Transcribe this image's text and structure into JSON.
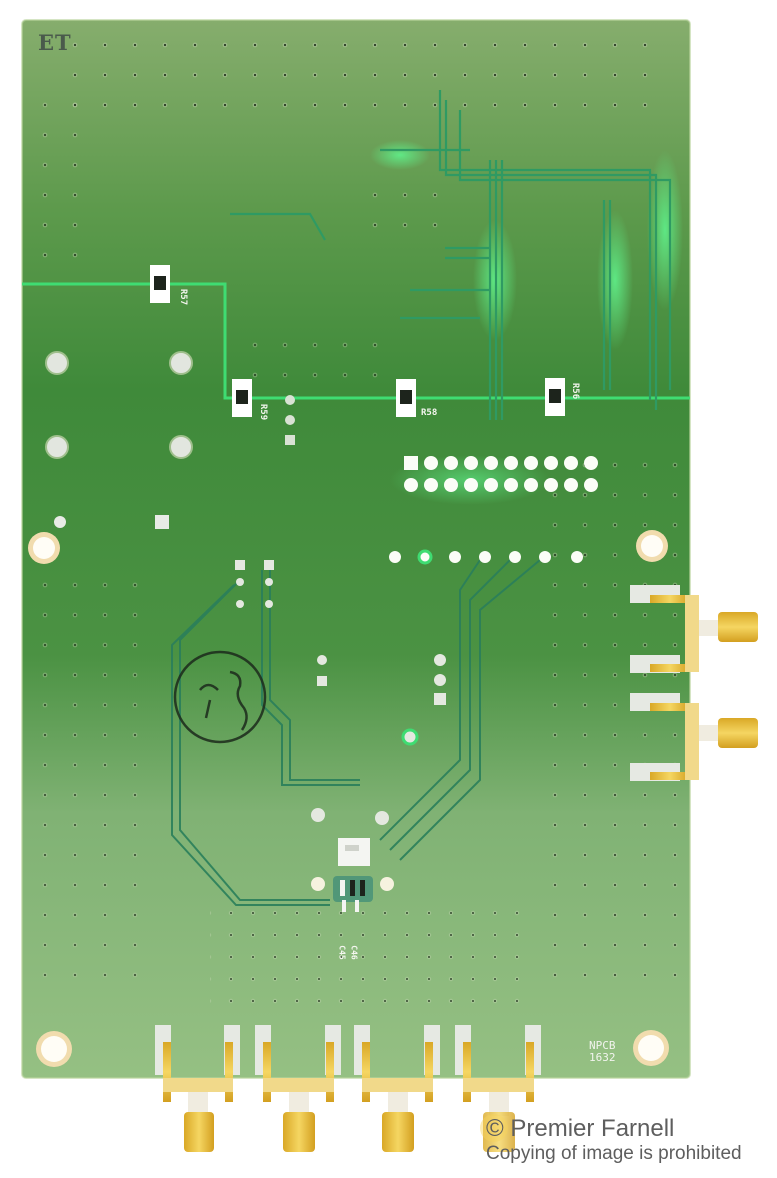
{
  "photo": {
    "subject": "PCB bottom side with SMA connectors",
    "colors": {
      "background": "#ffffff",
      "board_top": "#7fa866",
      "board_mid": "#3f8a3a",
      "board_bottom": "#8dbb7a",
      "trace_bright": "#39d36a",
      "copper_trace": "#2d7a52",
      "gold": "#e5c24a",
      "gold_light": "#f3dc8a",
      "pad_silver": "#e8ebe6",
      "silkscreen": "#f4f6ef"
    }
  },
  "board_markings": {
    "handwritten": "ET",
    "board_id_line1": "NPCB",
    "board_id_line2": "1632",
    "resistors": [
      "R57",
      "R59",
      "R58",
      "R56"
    ],
    "small_labels": [
      "C45",
      "C46"
    ]
  },
  "watermark": {
    "line1": "© Premier Farnell",
    "line2": "Copying of image is prohibited"
  }
}
